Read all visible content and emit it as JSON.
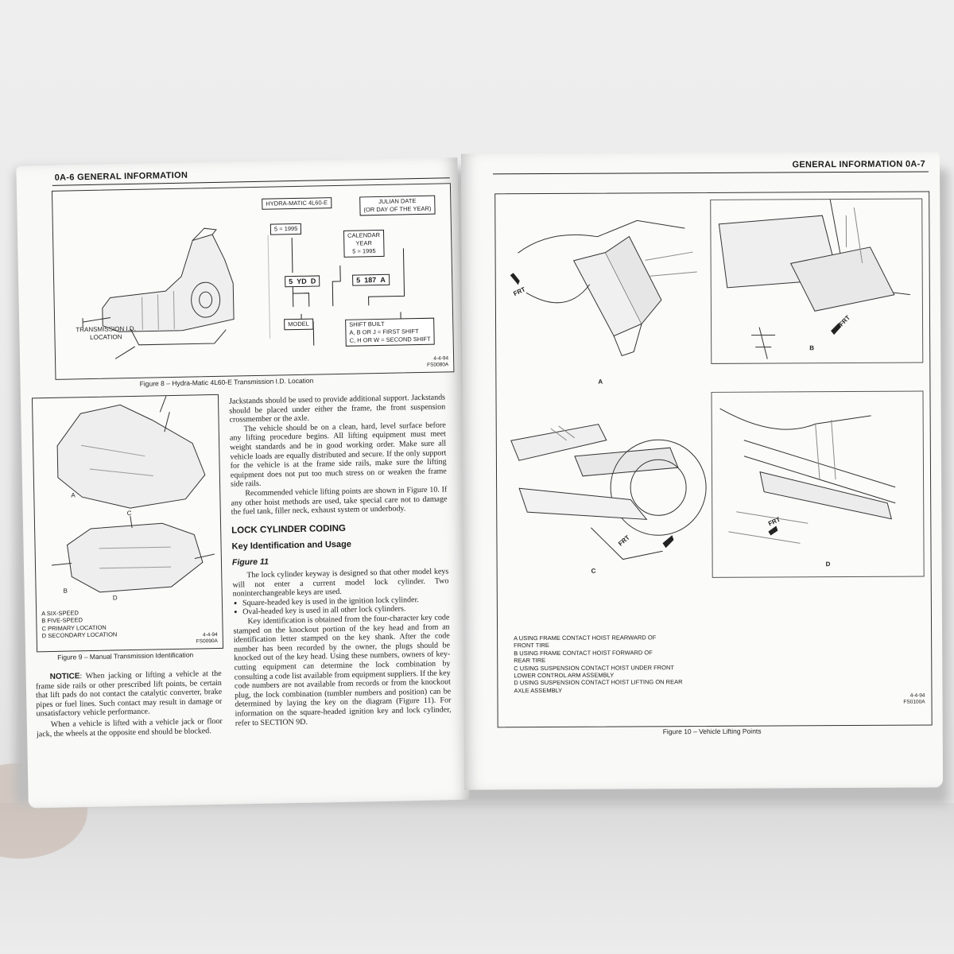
{
  "left_page": {
    "header": "0A-6  GENERAL INFORMATION",
    "figure8": {
      "callouts": {
        "hydra": "HYDRA-MATIC 4L60-E",
        "year": "5 = 1995",
        "julian": [
          "JULIAN DATE",
          "(OR DAY OF THE YEAR)"
        ],
        "calendar": [
          "CALENDAR",
          "YEAR",
          "5 = 1995"
        ],
        "code_left": [
          "5",
          "YD",
          "D"
        ],
        "code_right": [
          "5",
          "187",
          "A"
        ],
        "model": "MODEL",
        "shift": [
          "SHIFT BUILT",
          "A, B OR J = FIRST SHIFT",
          "C, H OR W = SECOND SHIFT"
        ]
      },
      "trans_label": [
        "TRANSMISSION I.D.",
        "LOCATION"
      ],
      "stamp": [
        "4-4-94",
        "FS0080A"
      ],
      "caption": "Figure 8 – Hydra-Matic 4L60-E Transmission I.D. Location"
    },
    "figure9": {
      "letters": [
        "A",
        "B",
        "C",
        "D"
      ],
      "legend": [
        "A  SIX-SPEED",
        "B  FIVE-SPEED",
        "C  PRIMARY LOCATION",
        "D  SECONDARY LOCATION"
      ],
      "stamp": [
        "4-4-94",
        "FS0090A"
      ],
      "caption": "Figure 9 – Manual Transmission Identification"
    },
    "notice": {
      "label": "NOTICE",
      "text": ": When jacking or lifting a vehicle at the frame side rails or other prescribed lift points, be certain that lift pads do not contact the catalytic converter, brake pipes or fuel lines. Such contact may result in damage or unsatisfactory vehicle performance."
    },
    "jack_para": "When a vehicle is lifted with a vehicle jack or floor jack, the wheels at the opposite end should be blocked.",
    "right_col": {
      "p1": "Jackstands should be used to provide additional support. Jackstands should be placed under either the frame, the front suspension crossmember or the axle.",
      "p2": "The vehicle should be on a clean, hard, level surface before any lifting procedure begins. All lifting equipment must meet weight standards and be in good working order. Make sure all vehicle loads are equally distributed and secure. If the only support for the vehicle is at the frame side rails, make sure the lifting equipment does not put too much stress on or weaken the frame side rails.",
      "p3": "Recommended vehicle lifting points are shown in Figure 10. If any other hoist methods are used, take special care not to damage the fuel tank, filler neck, exhaust system or underbody.",
      "h_lock": "LOCK CYLINDER CODING",
      "h_key": "Key Identification and Usage",
      "h_fig": "Figure 11",
      "p4": "The lock cylinder keyway is designed so that other model keys will not enter a current model lock cylinder. Two noninterchangeable keys are used.",
      "bullets": [
        "Square-headed key is used in the ignition lock cylinder.",
        "Oval-headed key is used in all other lock cylinders."
      ],
      "p5": "Key identification is obtained from the four-character key code stamped on the knockout portion of the key head and from an identification letter stamped on the key shank. After the code number has been recorded by the owner, the plugs should be knocked out of the key head. Using these numbers, owners of key-cutting equipment can determine the lock combination by consulting a code list available from equipment suppliers. If the key code numbers are not available from records or from the knockout plug, the lock combination (tumbler numbers and position) can be determined by laying the key on the diagram (Figure 11). For information on the square-headed ignition key and lock cylinder, refer to SECTION 9D."
    }
  },
  "right_page": {
    "header": "GENERAL INFORMATION  0A-7",
    "panels": [
      {
        "letter": "A",
        "arrow": "FRT"
      },
      {
        "letter": "B",
        "arrow": "FRT"
      },
      {
        "letter": "C",
        "arrow": "FRT"
      },
      {
        "letter": "D",
        "arrow": "FRT"
      }
    ],
    "legend": [
      "A  USING FRAME CONTACT HOIST REARWARD OF",
      "     FRONT TIRE",
      "B  USING FRAME CONTACT HOIST FORWARD OF",
      "     REAR TIRE",
      "C  USING SUSPENSION CONTACT HOIST UNDER FRONT",
      "     LOWER CONTROL ARM ASSEMBLY",
      "D  USING SUSPENSION CONTACT HOIST LIFTING ON REAR",
      "     AXLE ASSEMBLY"
    ],
    "stamp": [
      "4-4-94",
      "FS0100A"
    ],
    "caption": "Figure 10 – Vehicle Lifting Points"
  }
}
